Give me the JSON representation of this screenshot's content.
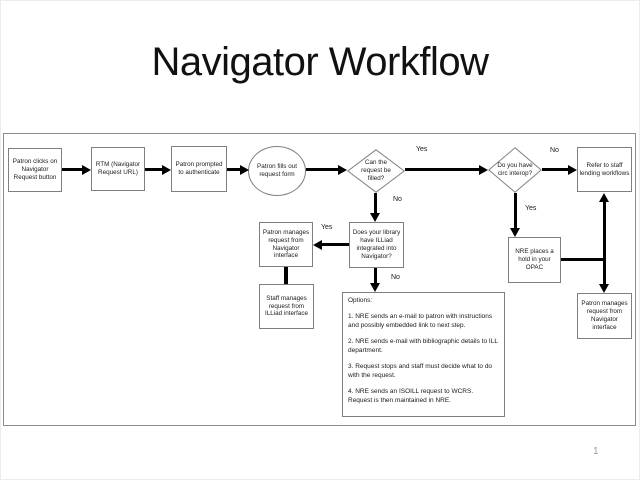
{
  "title": "Navigator Workflow",
  "page_number": "1",
  "colors": {
    "box_border": "#7f7f7f",
    "frame_border": "#8c8c8c",
    "arrow": "#000000",
    "text": "#1a1a1a",
    "page_number": "#9a9a9a"
  },
  "flowchart": {
    "nodes": {
      "patron_clicks": "Patron clicks on Navigator Request button",
      "rtm": "RTM (Navigator Request URL)",
      "authenticate": "Patron prompted to authenticate",
      "fills_form": "Patron fills out request form",
      "can_filled": "Can the request be filled?",
      "circ_interop": "Do you have circ interop?",
      "refer_staff": "Refer to staff lending workflows",
      "patron_manages_nav": "Patron manages request from Navigator interface",
      "illiad_integrated": "Does your library have ILLiad integrated into Navigator?",
      "nre_hold": "NRE places a hold in your OPAC",
      "staff_manages": "Staff manages request from ILLiad interface",
      "patron_manages_nav_right": "Patron manages request from Navigator interface"
    },
    "edge_labels": {
      "can_filled_yes": "Yes",
      "can_filled_no": "No",
      "circ_no": "No",
      "circ_yes": "Yes",
      "illiad_yes": "Yes",
      "illiad_no": "No"
    },
    "options": {
      "heading": "Options:",
      "items": [
        "1. NRE sends an e-mail to patron with instructions and possibly embedded link to next step.",
        "2. NRE sends e-mail with bibliographic details to ILL department.",
        "3.  Request stops and staff must decide what to do with the request.",
        "4.  NRE sends an ISOILL request to WCRS. Request is then maintained in NRE."
      ]
    }
  }
}
